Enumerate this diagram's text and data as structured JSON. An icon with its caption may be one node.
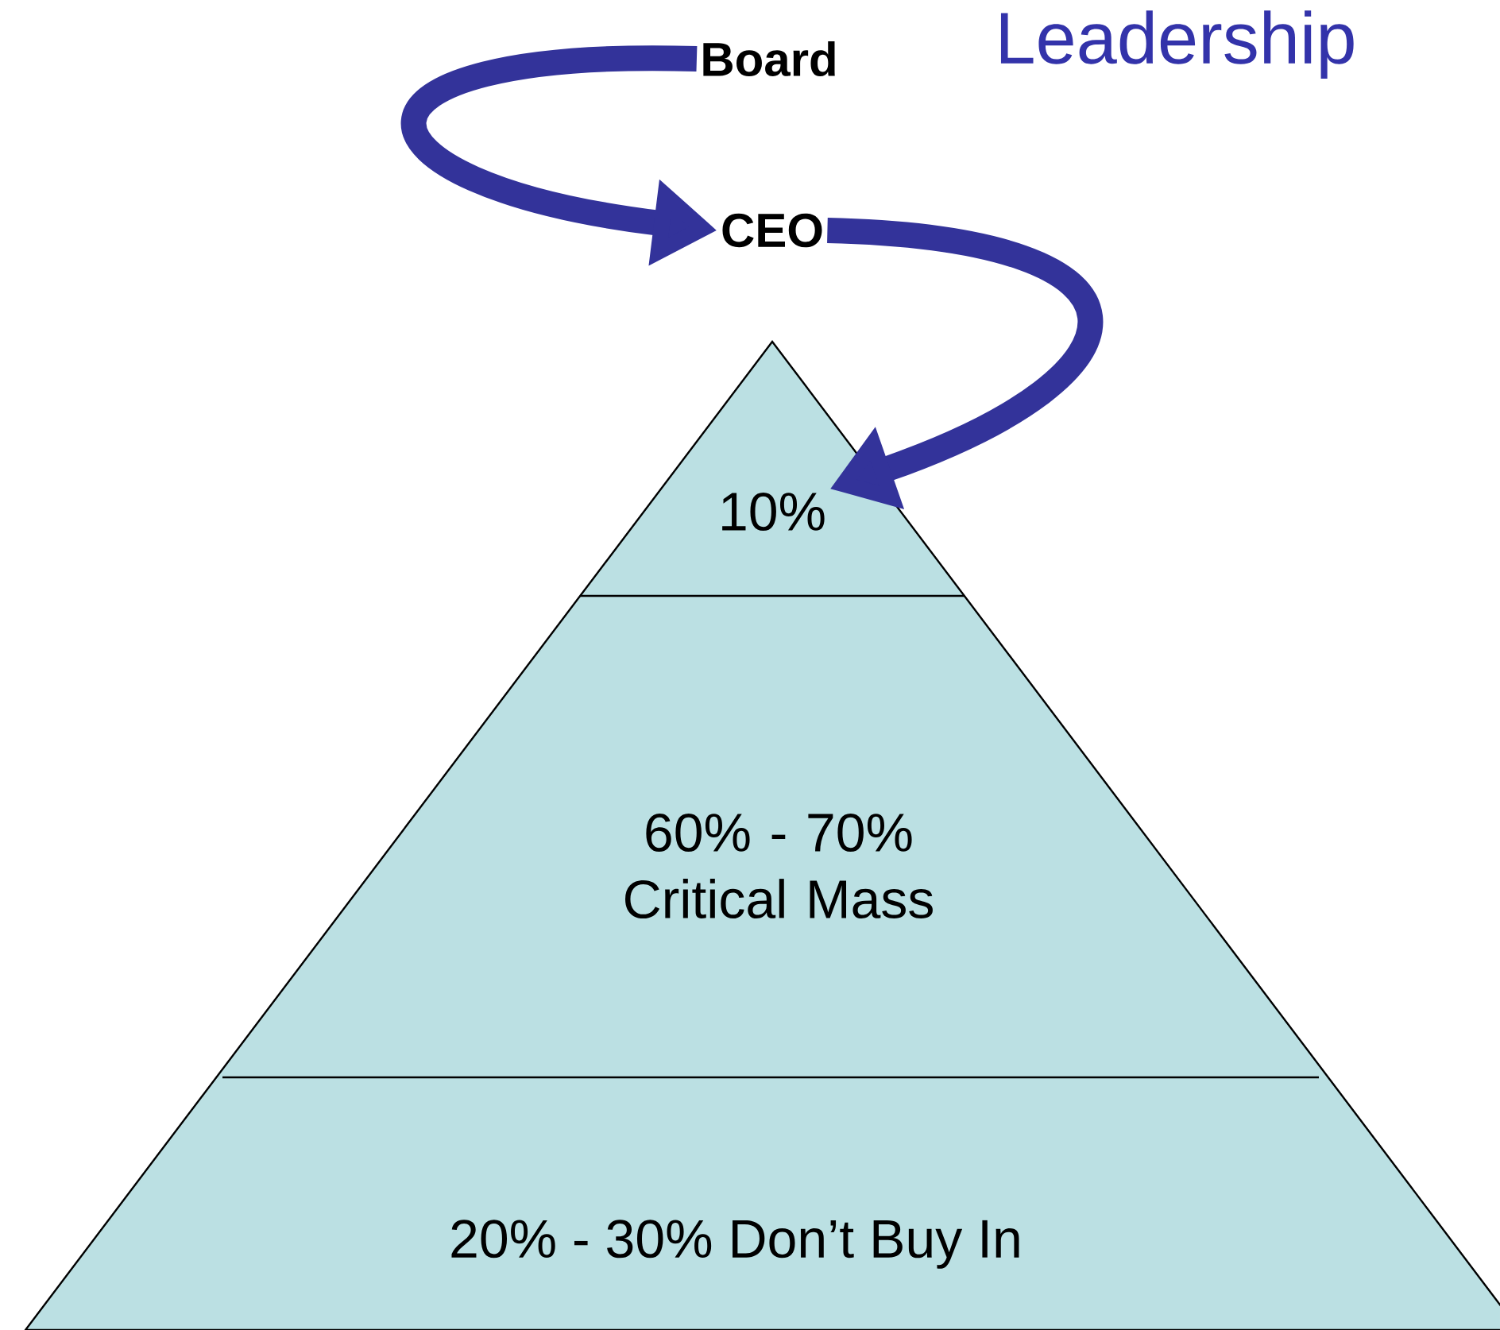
{
  "diagram": {
    "title": "Leadership",
    "nodes": [
      {
        "text": [
          "Board"
        ]
      },
      {
        "text": [
          "CEO"
        ]
      },
      {
        "text": [
          "10%"
        ]
      },
      {
        "text": [
          "60% - 70% Critical Mass"
        ]
      },
      {
        "text": [
          "20% - 30% Don’t Buy In"
        ]
      }
    ],
    "edges": [
      {
        "from": 0,
        "to": 1,
        "arrow": "to"
      },
      {
        "from": 1,
        "to": 2,
        "arrow": "to"
      }
    ]
  }
}
